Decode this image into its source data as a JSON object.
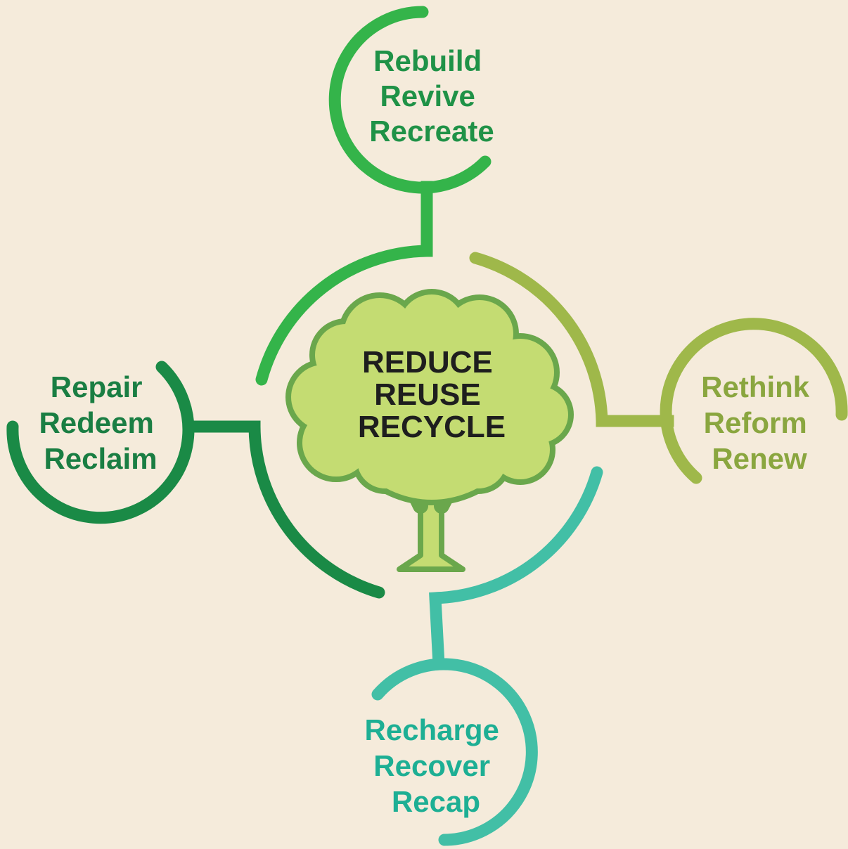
{
  "center": {
    "lines": [
      "REDUCE",
      "REUSE",
      "RECYCLE"
    ],
    "text_color": "#1e1e1e",
    "canopy_fill": "#c4dc72",
    "canopy_stroke": "#6aa74c",
    "trunk_fill": "#c4dc72",
    "trunk_stroke": "#6aa74c"
  },
  "branches": {
    "top": {
      "lines": [
        "Rebuild",
        "Revive",
        "Recreate"
      ],
      "color": "#34b44a",
      "text_color": "#1f9247"
    },
    "right": {
      "lines": [
        "Rethink",
        "Reform",
        "Renew"
      ],
      "color": "#9fb84a",
      "text_color": "#8aa63f"
    },
    "bottom": {
      "lines": [
        "Recharge",
        "Recover",
        "Recap"
      ],
      "color": "#42bfa6",
      "text_color": "#1daf94"
    },
    "left": {
      "lines": [
        "Repair",
        "Redeem",
        "Reclaim"
      ],
      "color": "#1a8a46",
      "text_color": "#1a7e43"
    }
  }
}
